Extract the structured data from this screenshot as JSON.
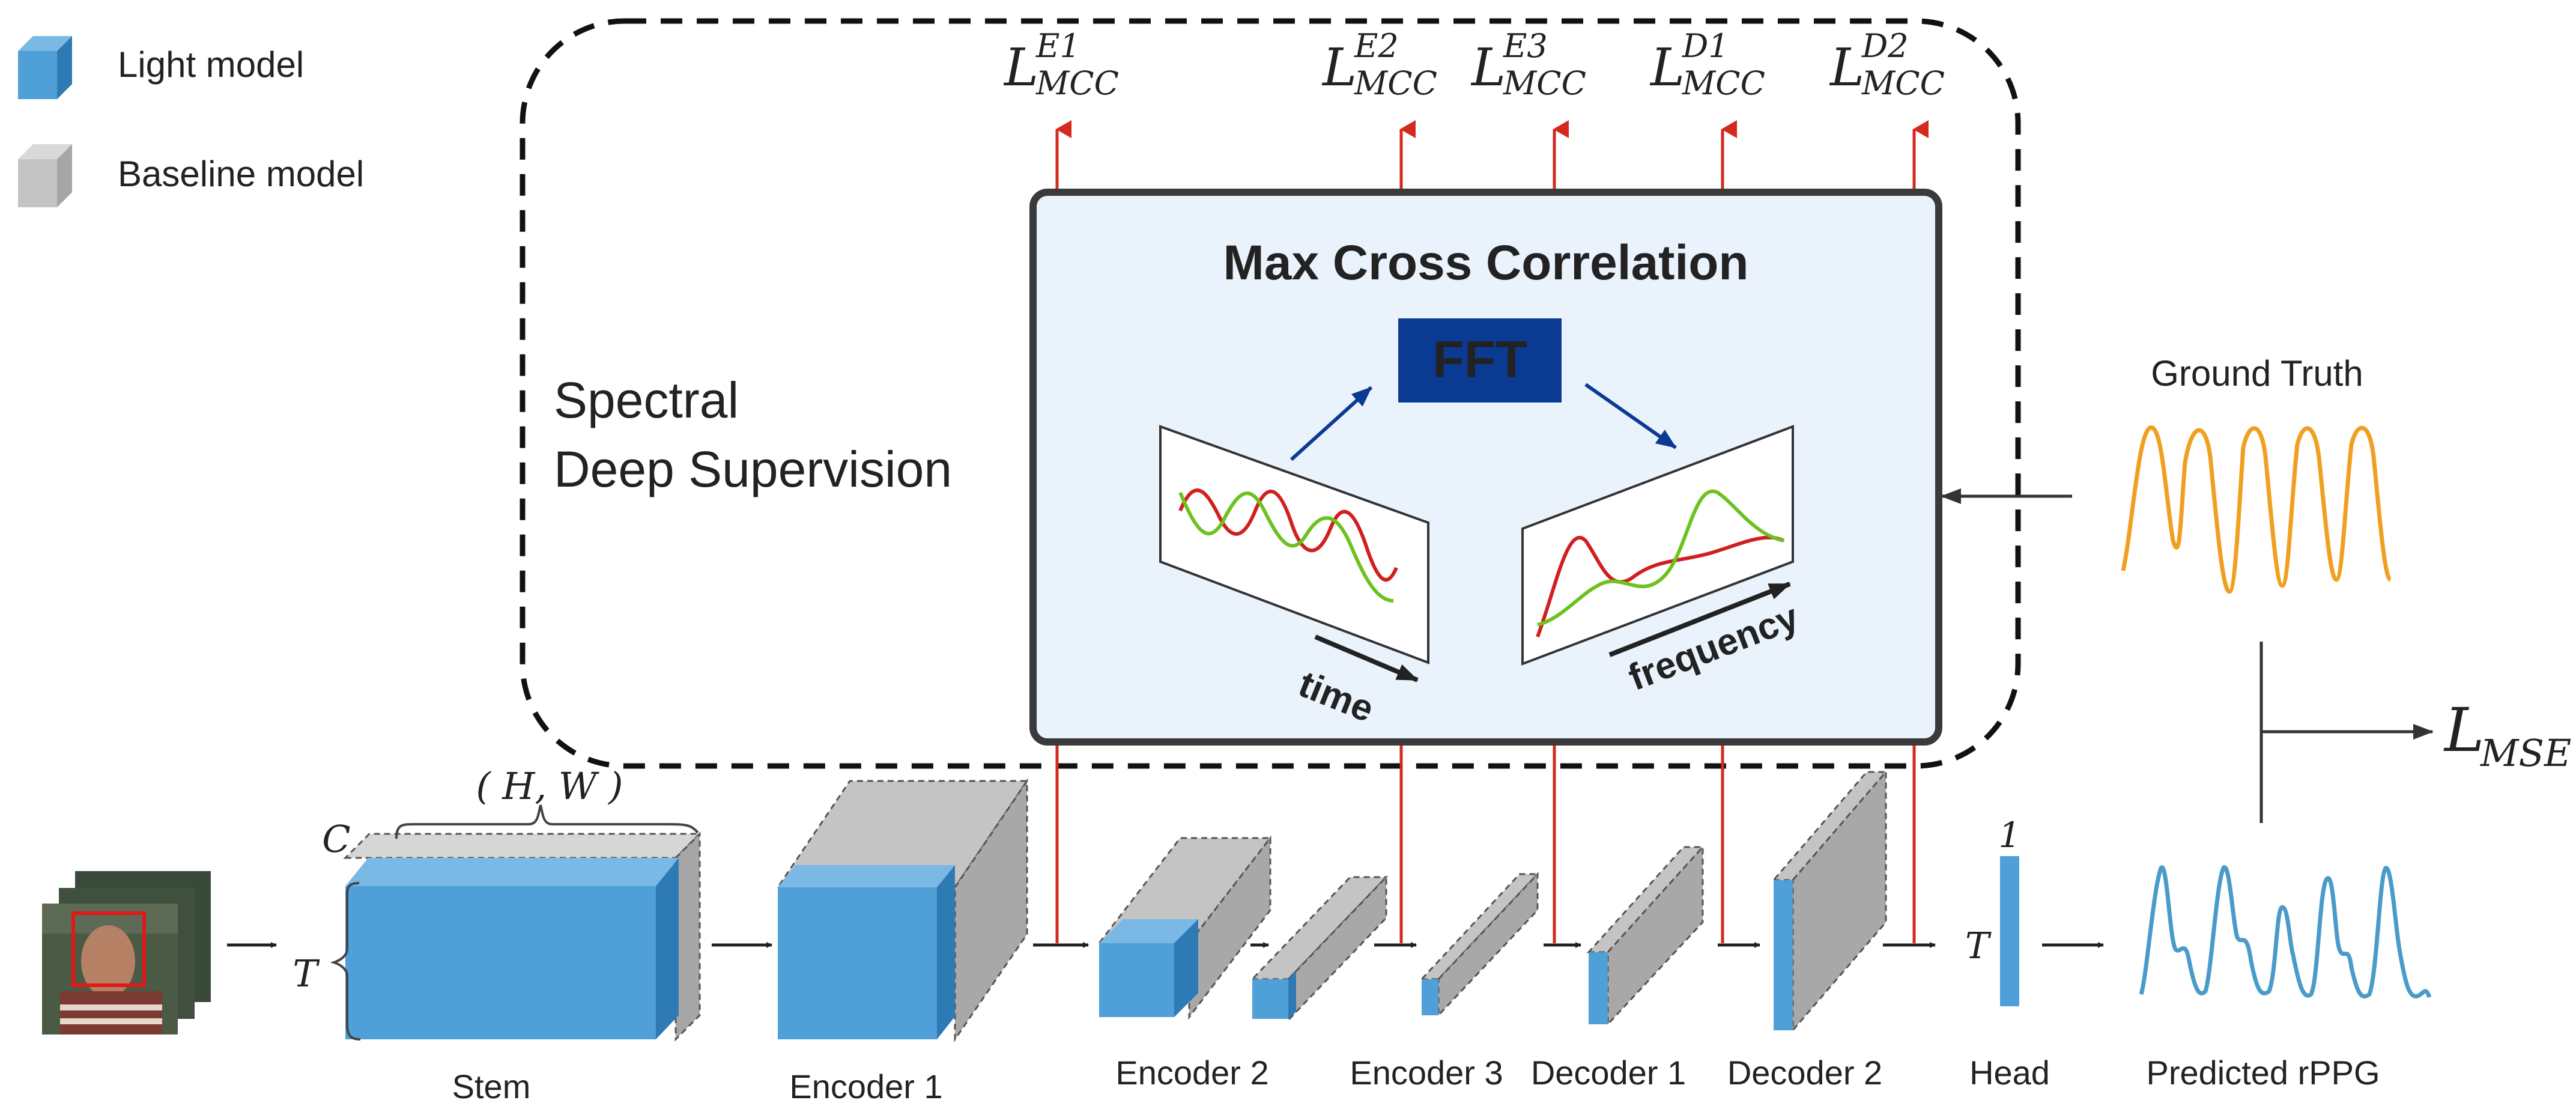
{
  "legend": {
    "light_model": "Light model",
    "baseline_model": "Baseline model",
    "light_color": "#4f9fd9",
    "baseline_color": "#c4c4c4"
  },
  "supervision": {
    "title_line1": "Spectral",
    "title_line2": "Deep Supervision"
  },
  "mcc_box": {
    "title": "Max Cross Correlation",
    "fft_label": "FFT",
    "time_label": "time",
    "frequency_label": "frequency",
    "fft_color": "#0b3a93",
    "panel_color": "#eaf3fc"
  },
  "losses": [
    {
      "base": "L",
      "sup": "E1",
      "sub": "MCC"
    },
    {
      "base": "L",
      "sup": "E2",
      "sub": "MCC"
    },
    {
      "base": "L",
      "sup": "E3",
      "sub": "MCC"
    },
    {
      "base": "L",
      "sup": "D1",
      "sub": "MCC"
    },
    {
      "base": "L",
      "sup": "D2",
      "sub": "MCC"
    }
  ],
  "mse_loss": {
    "base": "L",
    "sub": "MSE"
  },
  "ground_truth": "Ground Truth",
  "predicted": "Predicted rPPG",
  "stages": {
    "stem": "Stem",
    "encoder1": "Encoder 1",
    "encoder2": "Encoder 2",
    "encoder3": "Encoder 3",
    "decoder1": "Decoder 1",
    "decoder2": "Decoder 2",
    "head": "Head"
  },
  "dims": {
    "hw": "( H, W )",
    "c": "C",
    "t": "T",
    "head_one": "1",
    "head_t": "T"
  },
  "colors": {
    "arrow_red": "#d42a1e",
    "gt_wave": "#f0a020",
    "pred_wave": "#4a9bc8",
    "wave_red": "#d11f1f",
    "wave_green": "#6cc21f"
  }
}
